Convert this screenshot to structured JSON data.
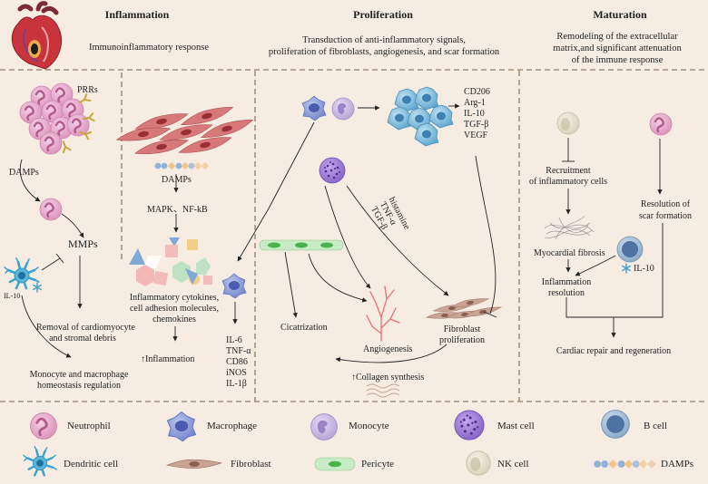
{
  "stages": [
    {
      "title": "Inflammation",
      "subtitle": [
        "Immunoinflammatory response"
      ]
    },
    {
      "title": "Proliferation",
      "subtitle": [
        "Transduction of anti-inflammatory signals,",
        "proliferation of fibroblasts, angiogenesis, and scar formation"
      ]
    },
    {
      "title": "Maturation",
      "subtitle": [
        "Remodeling of the extracellular",
        "matrix,and significant attenuation",
        "of the immune response"
      ]
    }
  ],
  "inflammation": {
    "prrs": "PRRs",
    "damps_left": "DAMPs",
    "mmps": "MMPs",
    "il10": "IL-10",
    "removal": [
      "Removal of cardiomyocyte",
      "and stromal debris"
    ],
    "homeostasis": [
      "Monocyte and macrophage",
      "homeostasis regulation"
    ],
    "damps_mid": "DAMPs",
    "mapk": "MAPK、NF-kB",
    "cytokines": [
      "Inflammatory cytokines,",
      "cell adhesion molecules,",
      "chemokines"
    ],
    "up_inflammation": "↑Inflammation",
    "markers": [
      "IL-6",
      "TNF-α",
      "CD86",
      "iNOS",
      "IL-1β"
    ]
  },
  "proliferation": {
    "markers": [
      "CD206",
      "Arg-1",
      "IL-10",
      "TGF-β",
      "VEGF"
    ],
    "mast_factors": [
      "TGF-β",
      "TNF-α",
      "histamine"
    ],
    "cicatrization": "Cicatrization",
    "angiogenesis": "Angiogenesis",
    "fibroblast": [
      "Fibroblast",
      "proliferation"
    ],
    "collagen": "↑Collagen synthesis"
  },
  "maturation": {
    "recruitment": [
      "Recruitment",
      "of inflammatory cells"
    ],
    "resolution_scar": [
      "Resolution of",
      "scar formation"
    ],
    "myocardial": "Myocardial fibrosis",
    "il10": "IL-10",
    "infl_resolution": [
      "Inflammation",
      "resolution"
    ],
    "repair": "Cardiac repair and regeneration"
  },
  "legend": [
    {
      "label": "Neutrophil",
      "icon": "neutrophil-icon"
    },
    {
      "label": "Macrophage",
      "icon": "macrophage-icon"
    },
    {
      "label": "Monocyte",
      "icon": "monocyte-icon"
    },
    {
      "label": "Mast cell",
      "icon": "mast-cell-icon"
    },
    {
      "label": "B cell",
      "icon": "b-cell-icon"
    },
    {
      "label": "Dendritic cell",
      "icon": "dendritic-cell-icon"
    },
    {
      "label": "Fibroblast",
      "icon": "fibroblast-icon"
    },
    {
      "label": "Pericyte",
      "icon": "pericyte-icon"
    },
    {
      "label": "NK cell",
      "icon": "nk-cell-icon"
    },
    {
      "label": "DAMPs",
      "icon": "damps-icon"
    }
  ],
  "colors": {
    "background": "#f7ece2",
    "divider": "#a28f77",
    "neutrophil": "#e4a6c8",
    "macrophage": "#7f92d2",
    "monocyte": "#c9b5de",
    "mast_cell": "#9b7ad2",
    "b_cell": "#8fb2d2",
    "dendritic": "#57b5da",
    "fibroblast": "#c9a394",
    "pericyte": "#bfe3bd",
    "nk_cell": "#e8e0cf",
    "vessel": "#e87074"
  }
}
